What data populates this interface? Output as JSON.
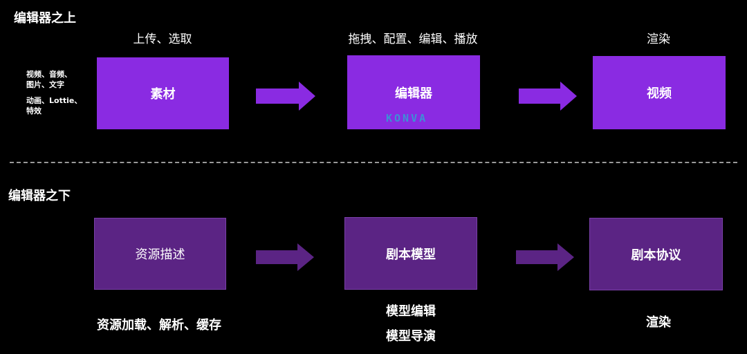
{
  "top_section": {
    "title": "编辑器之上",
    "captions": [
      "上传、选取",
      "拖拽、配置、编辑、播放",
      "渲染"
    ],
    "material_types": [
      "视频、音频、",
      "图片、文字",
      "动画、Lottie、",
      "特效"
    ],
    "boxes": [
      "素材",
      "编辑器",
      "视频"
    ],
    "konva_label": "KONVA"
  },
  "bottom_section": {
    "title": "编辑器之下",
    "boxes": [
      "资源描述",
      "剧本模型",
      "剧本协议"
    ],
    "captions": [
      "资源加载、解析、缓存",
      "模型编辑",
      "模型导演",
      "渲染"
    ]
  },
  "colors": {
    "top_box": "#8a2be2",
    "bottom_box": "#5b2484",
    "arrow_top": "#8a2be2",
    "arrow_bottom": "#5b2484",
    "divider": "#9a9a9a"
  }
}
